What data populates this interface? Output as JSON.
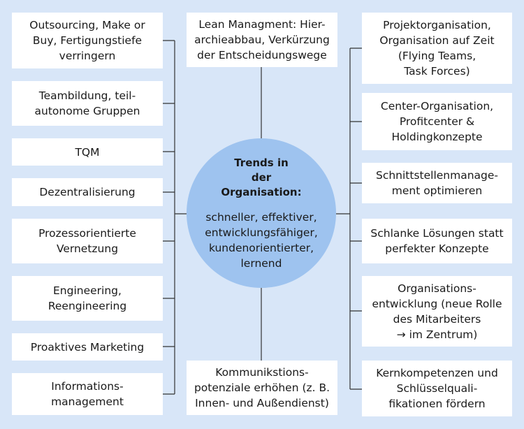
{
  "diagram": {
    "center": {
      "title": "Trends in\nder\nOrganisation:",
      "body": "schneller, effektiver,\nentwicklungsfähiger,\nkundenorientierter,\nlernend"
    },
    "top": "Lean Managment: Hier-\narchieabbau, Verkürzung\nder Entscheidungswege",
    "bottom": "Kommunikstions-\npotenziale erhöhen (z. B.\nInnen- und Außendienst)",
    "left": [
      "Outsourcing, Make or\nBuy, Fertigungstiefe\nverringern",
      "Teambildung, teil-\nautonome Gruppen",
      "TQM",
      "Dezentralisierung",
      "Prozessorientierte\nVernetzung",
      "Engineering,\nReengineering",
      "Proaktives Marketing",
      "Informations-\nmanagement"
    ],
    "right": [
      "Projektorganisation,\nOrganisation auf Zeit\n(Flying Teams,\nTask Forces)",
      "Center-Organisation,\nProfitcenter &\nHoldingkonzepte",
      "Schnittstellenmanage-\nment optimieren",
      "Schlanke Lösungen statt\nperfekter Konzepte",
      "Organisations-\nentwicklung (neue Rolle\ndes Mitarbeiters\n→ im Zentrum)",
      "Kernkompetenzen und\nSchlüsselquali-\nfikationen fördern"
    ]
  }
}
